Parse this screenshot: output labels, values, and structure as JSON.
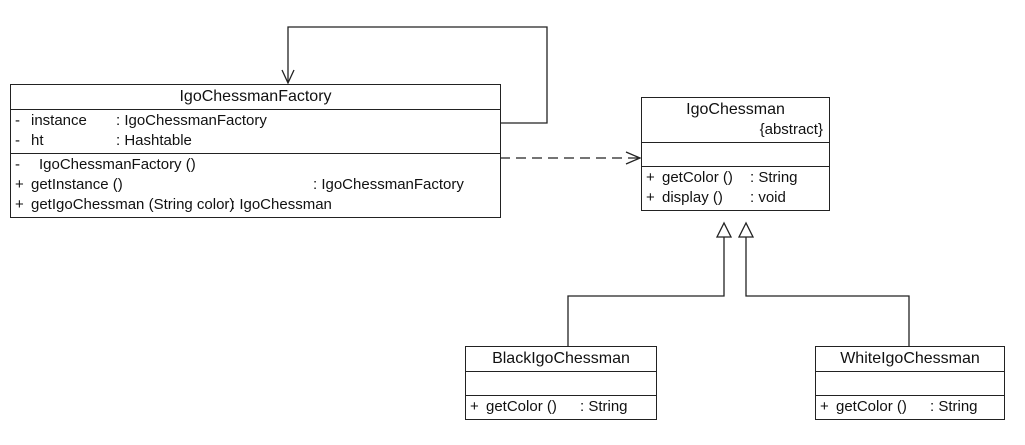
{
  "classes": {
    "factory": {
      "name": "IgoChessmanFactory",
      "attributes": [
        {
          "visibility": "-",
          "name": "instance",
          "type": ": IgoChessmanFactory"
        },
        {
          "visibility": "-",
          "name": "ht",
          "type": ": Hashtable"
        }
      ],
      "operations": [
        {
          "visibility": "-",
          "name": "IgoChessmanFactory ()",
          "type": ""
        },
        {
          "visibility": "+",
          "name": "getInstance ()",
          "type": ": IgoChessmanFactory"
        },
        {
          "visibility": "+",
          "name": "getIgoChessman (String color)",
          "type": ": IgoChessman"
        }
      ]
    },
    "chessman": {
      "name": "IgoChessman",
      "stereotype": "{abstract}",
      "operations": [
        {
          "visibility": "+",
          "name": "getColor ()",
          "type": ": String"
        },
        {
          "visibility": "+",
          "name": "display ()",
          "type": ": void"
        }
      ]
    },
    "black": {
      "name": "BlackIgoChessman",
      "operations": [
        {
          "visibility": "+",
          "name": "getColor ()",
          "type": ": String"
        }
      ]
    },
    "white": {
      "name": "WhiteIgoChessman",
      "operations": [
        {
          "visibility": "+",
          "name": "getColor ()",
          "type": ": String"
        }
      ]
    }
  },
  "colors": {
    "line": "#222222",
    "background": "#ffffff"
  }
}
